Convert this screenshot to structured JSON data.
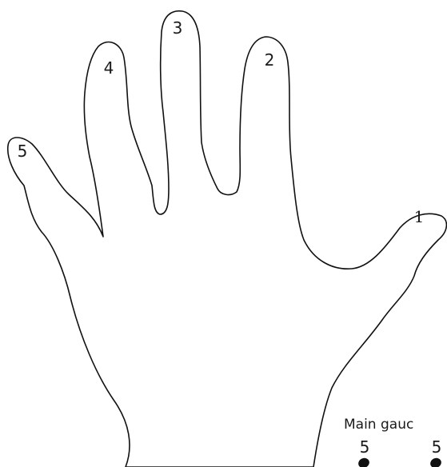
{
  "figure": {
    "finger_labels": {
      "thumb": "1",
      "index": "2",
      "middle": "3",
      "ring": "4",
      "little": "5"
    },
    "caption": "Main gauc",
    "bottom_labels": [
      "5",
      "5"
    ]
  },
  "colors": {
    "outline": "#111111",
    "background": "#ffffff"
  }
}
